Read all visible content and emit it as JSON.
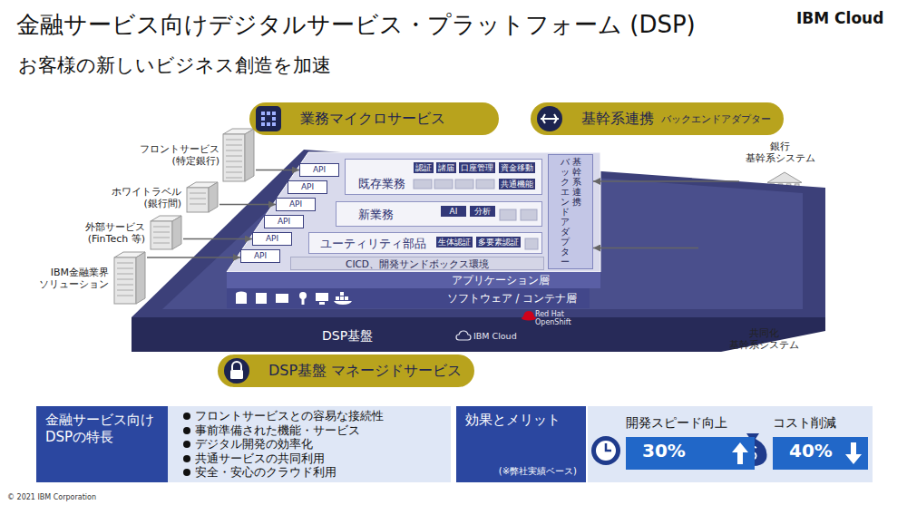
{
  "diagram": {
    "title": "金融サービス向けデジタルサービス・プラットフォーム (DSP)",
    "nodes": [
      {
        "text": [
          "業務マイクロサービス"
        ]
      },
      {
        "text": [
          "基幹系連携",
          "バックエンドアダプター"
        ]
      },
      {
        "text": [
          "フロントサービス (特定銀行)"
        ]
      },
      {
        "text": [
          "ホワイトラベル (銀行間)"
        ]
      },
      {
        "text": [
          "外部サービス (FinTech 等)"
        ]
      },
      {
        "text": [
          "IBM金融業界 ソリューション"
        ]
      },
      {
        "text": [
          "銀行 基幹系システム"
        ]
      },
      {
        "text": [
          "DSP基盤"
        ]
      },
      {
        "text": [
          "アプリケーション層"
        ],
        "in": 7
      },
      {
        "text": [
          "API"
        ],
        "in": 8
      },
      {
        "text": [
          "API"
        ],
        "in": 8
      },
      {
        "text": [
          "API"
        ],
        "in": 8
      },
      {
        "text": [
          "API"
        ],
        "in": 8
      },
      {
        "text": [
          "API"
        ],
        "in": 8
      },
      {
        "text": [
          "API"
        ],
        "in": 8
      },
      {
        "text": [
          "既存業務"
        ],
        "in": 8
      },
      {
        "text": [
          "認証"
        ],
        "in": 15
      },
      {
        "text": [
          "諸届"
        ],
        "in": 15
      },
      {
        "text": [
          "口座管理"
        ],
        "in": 15
      },
      {
        "text": [
          "資金移動"
        ],
        "in": 15
      },
      {
        "text": [
          "共通機能"
        ],
        "in": 15
      },
      {
        "text": [
          "新業務"
        ],
        "in": 8
      },
      {
        "text": [
          "AI"
        ],
        "in": 21
      },
      {
        "text": [
          "分析"
        ],
        "in": 21
      },
      {
        "text": [
          "ユーティリティ部品"
        ],
        "in": 8
      },
      {
        "text": [
          "生体認証"
        ],
        "in": 24
      },
      {
        "text": [
          "多要素認証"
        ],
        "in": 24
      },
      {
        "text": [
          "CICD、開発サンドボックス環境"
        ],
        "in": 8
      },
      {
        "text": [
          "基幹系連携",
          "バックエンドアダプター"
        ],
        "in": 8
      },
      {
        "text": [
          "ソフトウェア / コンテナ層"
        ],
        "in": 7
      },
      {
        "text": [
          "共同化 基幹系システム"
        ]
      },
      {
        "text": [
          "DSP基盤 マネージドサービス"
        ]
      },
      {
        "text": [
          "金融サービス向け DSPの特長"
        ]
      },
      {
        "text": [
          "フロントサービスとの容易な接続性",
          "事前準備された機能・サービス",
          "デジタル開発の効率化",
          "共通サービスの共同利用",
          "安全・安心のクラウド利用"
        ]
      },
      {
        "text": [
          "効果とメリット",
          "(※弊社実績ベース)"
        ]
      },
      {
        "text": [
          "開発スピード向上",
          "30%"
        ]
      },
      {
        "text": [
          "コスト削減",
          "40%"
        ]
      }
    ],
    "edges": [
      {
        "from": 2,
        "to": 9,
        "arrow": "to"
      },
      {
        "from": 3,
        "to": 11,
        "arrow": "to"
      },
      {
        "from": 4,
        "to": 13,
        "arrow": "to"
      },
      {
        "from": 5,
        "to": 14,
        "arrow": "to"
      },
      {
        "from": 6,
        "to": 28,
        "arrow": "to"
      },
      {
        "from": 30,
        "to": 28,
        "arrow": "to"
      }
    ],
    "labels": [
      "お客様の新しいビジネス創造を加速",
      "IBM Cloud",
      "Red Hat OpenShift",
      "IBM Cloud",
      "© 2021 IBM Corporation"
    ]
  }
}
